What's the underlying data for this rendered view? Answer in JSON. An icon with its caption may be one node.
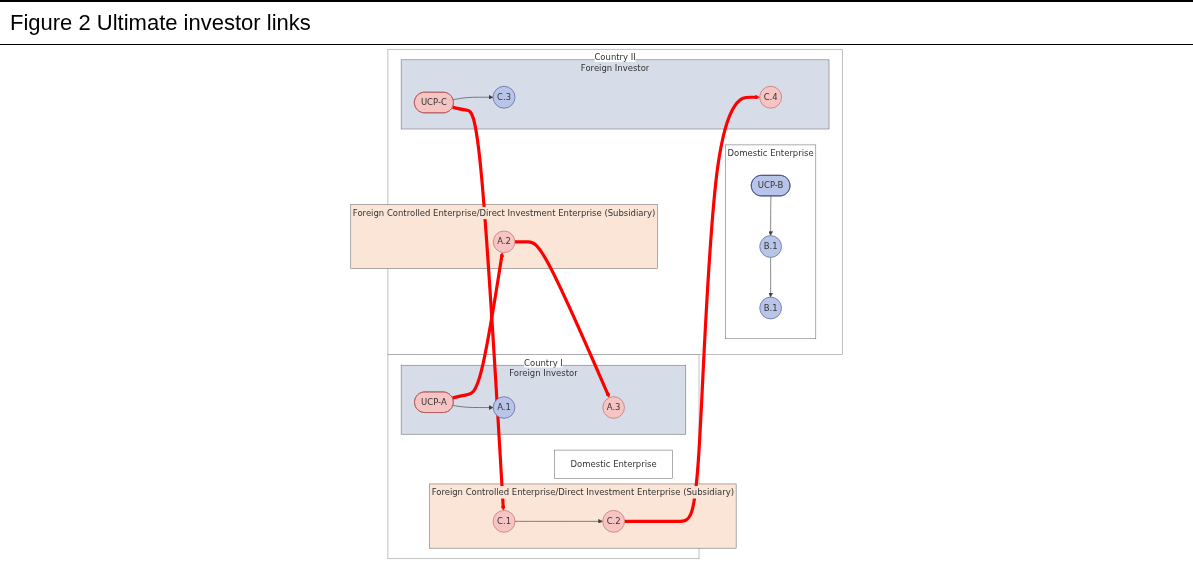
{
  "diagram": {
    "title": "Figure 2 Ultimate investor links",
    "nodes": [
      {
        "text": [
          "Country I"
        ]
      },
      {
        "text": [
          "Foreign Controlled Enterprise/Direct Investment Enterprise (Subsidiary)"
        ],
        "in": 0
      },
      {
        "text": [
          "Domestic Enterprise"
        ],
        "in": 0
      },
      {
        "text": [
          "Foreign Investor"
        ],
        "in": 0
      },
      {
        "text": [
          "UCP-A"
        ],
        "in": 3
      },
      {
        "text": [
          "A.1"
        ],
        "in": 3
      },
      {
        "text": [
          "A.3"
        ],
        "in": 3
      },
      {
        "text": [
          "C.1"
        ],
        "in": 1
      },
      {
        "text": [
          "C.2"
        ],
        "in": 1
      },
      {
        "text": [
          "Country II"
        ]
      },
      {
        "text": [
          "Foreign Controlled Enterprise/Direct Investment Enterprise (Subsidiary)"
        ],
        "in": 9
      },
      {
        "text": [
          "Domestic Enterprise"
        ],
        "in": 9
      },
      {
        "text": [
          "Foreign Investor"
        ],
        "in": 9
      },
      {
        "text": [
          "A.2"
        ],
        "in": 10
      },
      {
        "text": [
          "UCP-B"
        ],
        "in": 11
      },
      {
        "text": [
          "B.1"
        ],
        "in": 11
      },
      {
        "text": [
          "B.1"
        ],
        "in": 11
      },
      {
        "text": [
          "UCP-C"
        ],
        "in": 12
      },
      {
        "text": [
          "C.3"
        ],
        "in": 12
      },
      {
        "text": [
          "C.4"
        ],
        "in": 12
      }
    ],
    "edges": [
      {
        "from": 4,
        "to": 5,
        "arrow": "to"
      },
      {
        "from": 4,
        "to": 13,
        "arrow": "to",
        "style": "thick",
        "color": "#ff0000"
      },
      {
        "from": 13,
        "to": 6,
        "arrow": "to",
        "style": "thick",
        "color": "#ff0000"
      },
      {
        "from": 14,
        "to": 15,
        "arrow": "to"
      },
      {
        "from": 15,
        "to": 16,
        "arrow": "to"
      },
      {
        "from": 17,
        "to": 7,
        "arrow": "to",
        "style": "thick",
        "color": "#ff0000"
      },
      {
        "from": 17,
        "to": 18,
        "arrow": "to"
      },
      {
        "from": 7,
        "to": 8,
        "arrow": "to"
      },
      {
        "from": 8,
        "to": 19,
        "arrow": "to",
        "style": "thick",
        "color": "#ff0000"
      }
    ]
  }
}
